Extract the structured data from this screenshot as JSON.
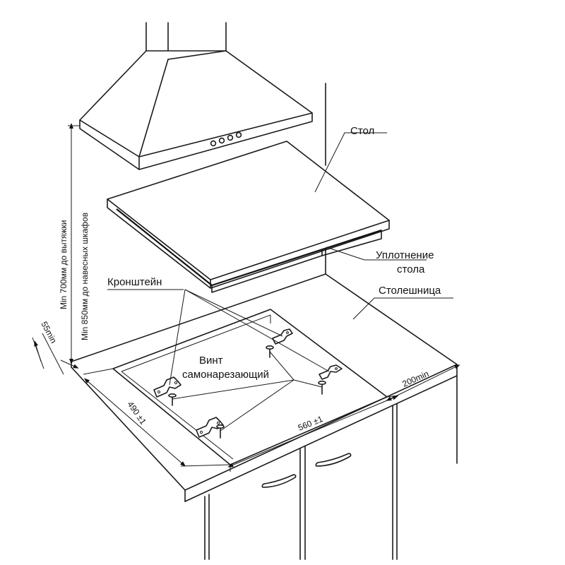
{
  "labels": {
    "table": "Стол",
    "seal_line1": "Уплотнение",
    "seal_line2": "стола",
    "countertop": "Столешница",
    "bracket": "Кронштейн",
    "screw_line1": "Винт",
    "screw_line2": "самонарезающий"
  },
  "dimensions": {
    "height_hood": "Min 700мм до вытяжки",
    "height_cabinets": "Min 850мм до навесных шкафов",
    "front_gap": "55min",
    "cut_depth": "490 ±1",
    "cut_width": "560 ±1",
    "side_gap": "200min"
  }
}
